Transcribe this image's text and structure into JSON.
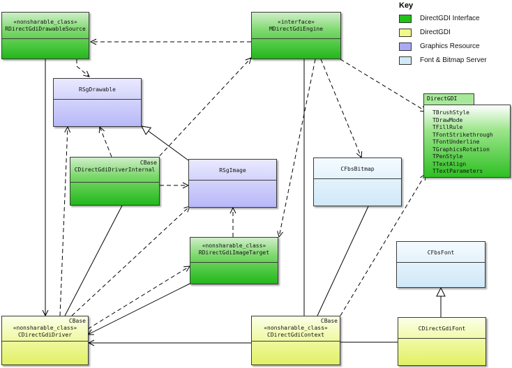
{
  "legend": {
    "title": "Key",
    "items": [
      {
        "label": "DirectGDI Interface",
        "color": "#22c01a"
      },
      {
        "label": "DirectGDI",
        "color": "#f0f88a"
      },
      {
        "label": "Graphics Resource",
        "color": "#aaaaf4"
      },
      {
        "label": "Font & Bitmap Server",
        "color": "#d2eaf8"
      }
    ]
  },
  "classes": {
    "drawable_source": {
      "stereotype": "«nonsharable_class»",
      "name": "RDirectGdiDrawableSource"
    },
    "engine": {
      "stereotype": "«interface»",
      "name": "MDirectGdiEngine"
    },
    "sg_drawable": {
      "name": "RSgDrawable"
    },
    "driver_internal": {
      "base": "CBase",
      "name": "CDirectGdiDriverInternal"
    },
    "sg_image": {
      "name": "RSgImage"
    },
    "fbs_bitmap": {
      "name": "CFbsBitmap"
    },
    "image_target": {
      "stereotype": "«nonsharable_class»",
      "name": "RDirectGdiImageTarget"
    },
    "fbs_font": {
      "name": "CFbsFont"
    },
    "driver": {
      "base": "CBase",
      "stereotype": "«nonsharable_class»",
      "name": "CDirectGdiDriver"
    },
    "context": {
      "base": "CBase",
      "stereotype": "«nonsharable_class»",
      "name": "CDirectGdiContext"
    },
    "font": {
      "name": "CDirectGdiFont"
    }
  },
  "package": {
    "name": "DirectGDI",
    "items": [
      "TBrushStyle",
      "TDrawMode",
      "TFillRule",
      "TFontStrikethrough",
      "TFontUnderline",
      "TGraphicsRotation",
      "TPenStyle",
      "TTextAlign",
      "TTextParameters"
    ]
  }
}
